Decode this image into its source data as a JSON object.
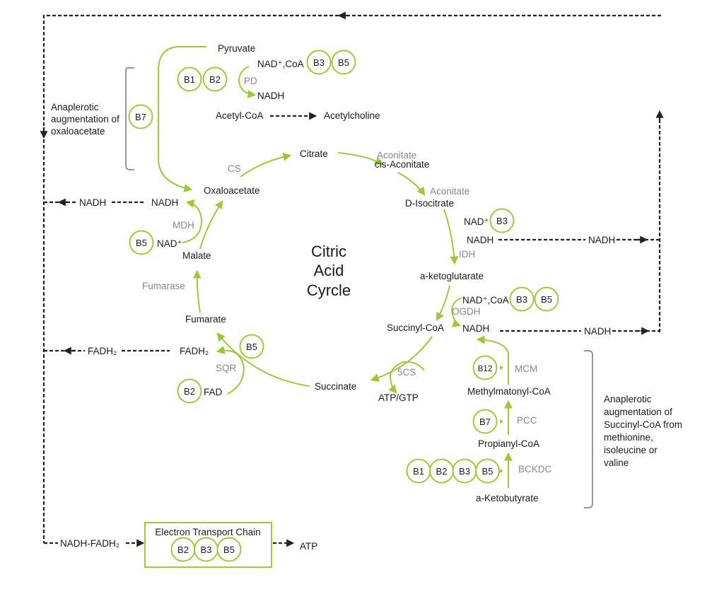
{
  "title": [
    "Citric",
    "Acid",
    "Cyrcle"
  ],
  "metabolites": {
    "pyruvate": "Pyruvate",
    "acetyl_coa": "Acetyl-CoA",
    "acetylcholine": "Acetylcholine",
    "citrate": "Citrate",
    "cis_aconitate": "cis-Aconitate",
    "d_isocitrate": "D-Isocitrate",
    "a_ketoglutarate": "a-ketoglutarate",
    "succinyl_coa": "Succinyl-CoA",
    "succinate": "Succinate",
    "fumarate": "Fumarate",
    "malate": "Malate",
    "oxaloacetate": "Oxaloacetate",
    "methylmalonyl_coa": "Methylmatonyl-CoA",
    "propionyl_coa": "Propianyl-CoA",
    "a_ketobutyrate": "a-Ketobutyrate",
    "atp_gtp": "ATP/GTP",
    "atp": "ATP"
  },
  "enzymes": {
    "pd": "PD",
    "cs": "CS",
    "aconitate1": "Aconitate",
    "aconitate2": "Aconitate",
    "idh": "IDH",
    "ogdh": "OGDH",
    "scs": "5CS",
    "sqr": "SQR",
    "fumarase": "Fumarase",
    "mdh": "MDH",
    "mcm": "MCM",
    "pcc": "PCC",
    "bckdc": "BCKDC"
  },
  "cofactors": {
    "nad_coa_pyruvate": "NAD⁺,CoA",
    "nadh_pd": "NADH",
    "nad_idh": "NAD⁺",
    "nadh_idh": "NADH",
    "nadh_idh_out": "NADH",
    "nad_coa_ogdh": "NAD⁺,CoA",
    "nadh_ogdh": "NADH",
    "nadh_ogdh_out": "NADH",
    "nad_mdh": "NAD⁺",
    "nadh_mdh": "NADH",
    "nadh_mdh_out": "NADH",
    "fadh2_sqr": "FADH₂",
    "fadh2_out": "FADH₂",
    "fad": "FAD",
    "nadh_fadh2_in": "NADH-FADH₂"
  },
  "etc": {
    "label": "Electron Transport Chain",
    "vitamins": [
      "B2",
      "B3",
      "B5"
    ]
  },
  "notes": {
    "oxaloacetate": [
      "Anaplerotic",
      "augmentation of",
      "oxaloacetate"
    ],
    "succinyl_coa": [
      "Anaplerotic",
      "augmentation of",
      "Succinyl-CoA from",
      "methionine,",
      "isoleucine or",
      "valine"
    ]
  },
  "vitamins": {
    "pdh_left": [
      "B1",
      "B2"
    ],
    "pdh_right": [
      "B3",
      "B5"
    ],
    "anaplerotic_oaa": [
      "B7"
    ],
    "idh": [
      "B3"
    ],
    "ogdh": [
      "B3",
      "B5"
    ],
    "mdh": [
      "B5"
    ],
    "sqr_top": [
      "B5"
    ],
    "sqr_fad": [
      "B2"
    ],
    "mcm": [
      "B12"
    ],
    "pcc": [
      "B7"
    ],
    "bckdc": [
      "B1",
      "B2",
      "B3",
      "B5"
    ]
  },
  "colors": {
    "accent": "#9dc93a",
    "enzyme": "#888888",
    "text": "#1a1a1a"
  }
}
